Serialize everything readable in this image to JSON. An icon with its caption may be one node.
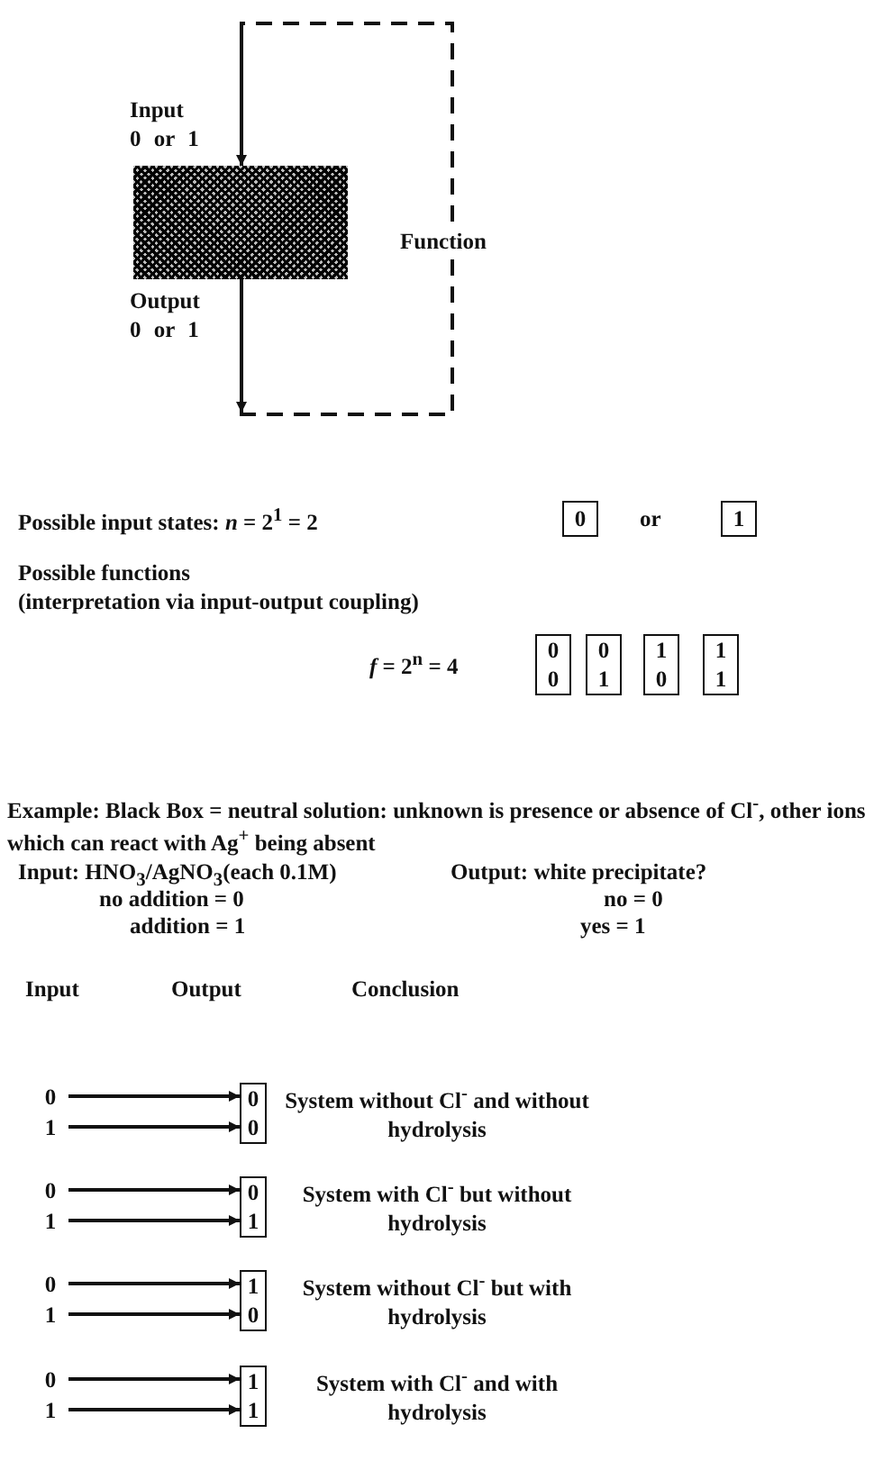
{
  "diagram": {
    "nodes": [
      {
        "text": [],
        "shape": "box"
      },
      {
        "text": [
          "0"
        ]
      },
      {
        "text": [
          "1"
        ]
      },
      {
        "text": [
          "0",
          "0"
        ]
      },
      {
        "text": [
          "0",
          "1"
        ]
      },
      {
        "text": [
          "1",
          "0"
        ]
      },
      {
        "text": [
          "1",
          "1"
        ]
      },
      {
        "text": [
          "0"
        ]
      },
      {
        "text": [
          "1"
        ]
      },
      {
        "text": [
          "0",
          "0"
        ],
        "beside": [
          "System without Cl$^{-}$ and without hydrolysis"
        ]
      },
      {
        "text": [
          "0"
        ]
      },
      {
        "text": [
          "1"
        ]
      },
      {
        "text": [
          "0",
          "1"
        ],
        "beside": [
          "System with Cl$^{-}$ but without hydrolysis"
        ]
      },
      {
        "text": [
          "0"
        ]
      },
      {
        "text": [
          "1"
        ]
      },
      {
        "text": [
          "1",
          "0"
        ],
        "beside": [
          "System without Cl$^{-}$ but with hydrolysis"
        ]
      },
      {
        "text": [
          "0"
        ]
      },
      {
        "text": [
          "1"
        ]
      },
      {
        "text": [
          "1",
          "1"
        ],
        "beside": [
          "System with Cl$^{-}$ and with hydrolysis"
        ]
      }
    ],
    "edges": [
      {
        "from": null,
        "to": 0,
        "arrow": "to",
        "label": "Input 0 or 1"
      },
      {
        "from": 0,
        "to": null,
        "arrow": "to",
        "label": "Output 0 or 1"
      },
      {
        "from": 7,
        "to": 9,
        "arrow": "to"
      },
      {
        "from": 8,
        "to": 9,
        "arrow": "to"
      },
      {
        "from": 10,
        "to": 12,
        "arrow": "to"
      },
      {
        "from": 11,
        "to": 12,
        "arrow": "to"
      },
      {
        "from": 13,
        "to": 15,
        "arrow": "to"
      },
      {
        "from": 14,
        "to": 15,
        "arrow": "to"
      },
      {
        "from": 16,
        "to": 18,
        "arrow": "to"
      },
      {
        "from": 17,
        "to": 18,
        "arrow": "to"
      }
    ],
    "labels": [
      "Function",
      "Possible input states: *n* = 2$^{1}$ = 2",
      "or",
      "Possible functions",
      "(interpretation via input-output coupling)",
      "*f* = 2$^{n}$ = 4",
      "Example: Black Box = neutral solution: unknown is presence or absence of Cl$^{-}$, other ions which can react with Ag$^{+}$ being absent",
      "Input: HNO$_{3}$/AgNO$_{3}$(each 0.1M)",
      "no addition = 0",
      "addition = 1",
      "Output: white precipitate?",
      "no = 0",
      "yes = 1",
      "Input",
      "Output",
      "Conclusion"
    ]
  }
}
